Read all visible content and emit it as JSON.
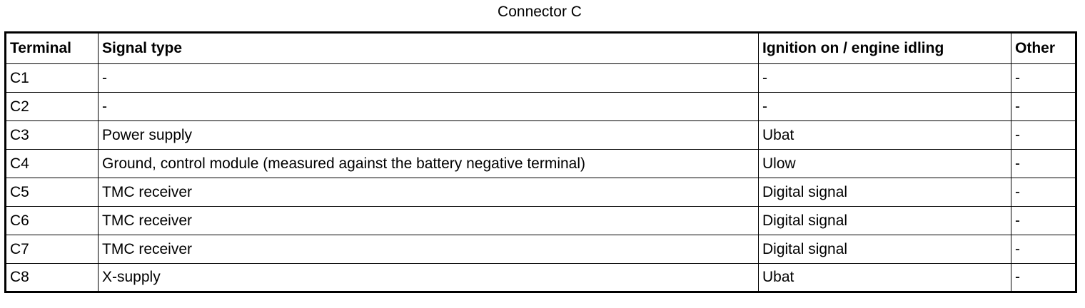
{
  "caption": "Connector C",
  "table": {
    "headers": [
      "Terminal",
      "Signal type",
      "Ignition on / engine idling",
      "Other"
    ],
    "rows": [
      [
        "C1",
        "-",
        "-",
        "-"
      ],
      [
        "C2",
        "-",
        "-",
        "-"
      ],
      [
        "C3",
        "Power supply",
        "Ubat",
        "-"
      ],
      [
        "C4",
        "Ground, control module (measured against the battery negative terminal)",
        "Ulow",
        "-"
      ],
      [
        "C5",
        "TMC receiver",
        "Digital signal",
        "-"
      ],
      [
        "C6",
        "TMC receiver",
        "Digital signal",
        "-"
      ],
      [
        "C7",
        "TMC receiver",
        "Digital signal",
        "-"
      ],
      [
        "C8",
        "X-supply",
        "Ubat",
        "-"
      ]
    ]
  }
}
